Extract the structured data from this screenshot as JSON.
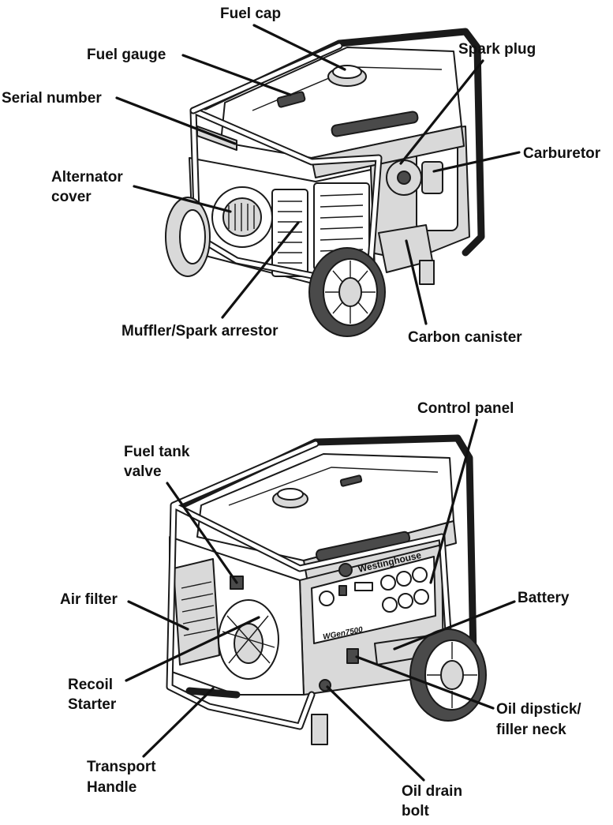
{
  "top_view": {
    "labels": {
      "fuel_cap": "Fuel cap",
      "fuel_gauge": "Fuel gauge",
      "spark_plug": "Spark plug",
      "serial_number": "Serial number",
      "carburetor": "Carburetor",
      "alternator_cover_1": "Alternator",
      "alternator_cover_2": "cover",
      "muffler": "Muffler/Spark arrestor",
      "carbon_canister": "Carbon canister"
    }
  },
  "bottom_view": {
    "labels": {
      "control_panel": "Control panel",
      "fuel_tank_valve_1": "Fuel tank",
      "fuel_tank_valve_2": "valve",
      "air_filter": "Air filter",
      "battery": "Battery",
      "recoil_starter_1": "Recoil",
      "recoil_starter_2": "Starter",
      "oil_dipstick_1": "Oil dipstick/",
      "oil_dipstick_2": "filler neck",
      "transport_handle_1": "Transport",
      "transport_handle_2": "Handle",
      "oil_drain_bolt_1": "Oil drain",
      "oil_drain_bolt_2": "bolt"
    },
    "panel_brand": "Westinghouse",
    "panel_model": "WGen7500"
  }
}
